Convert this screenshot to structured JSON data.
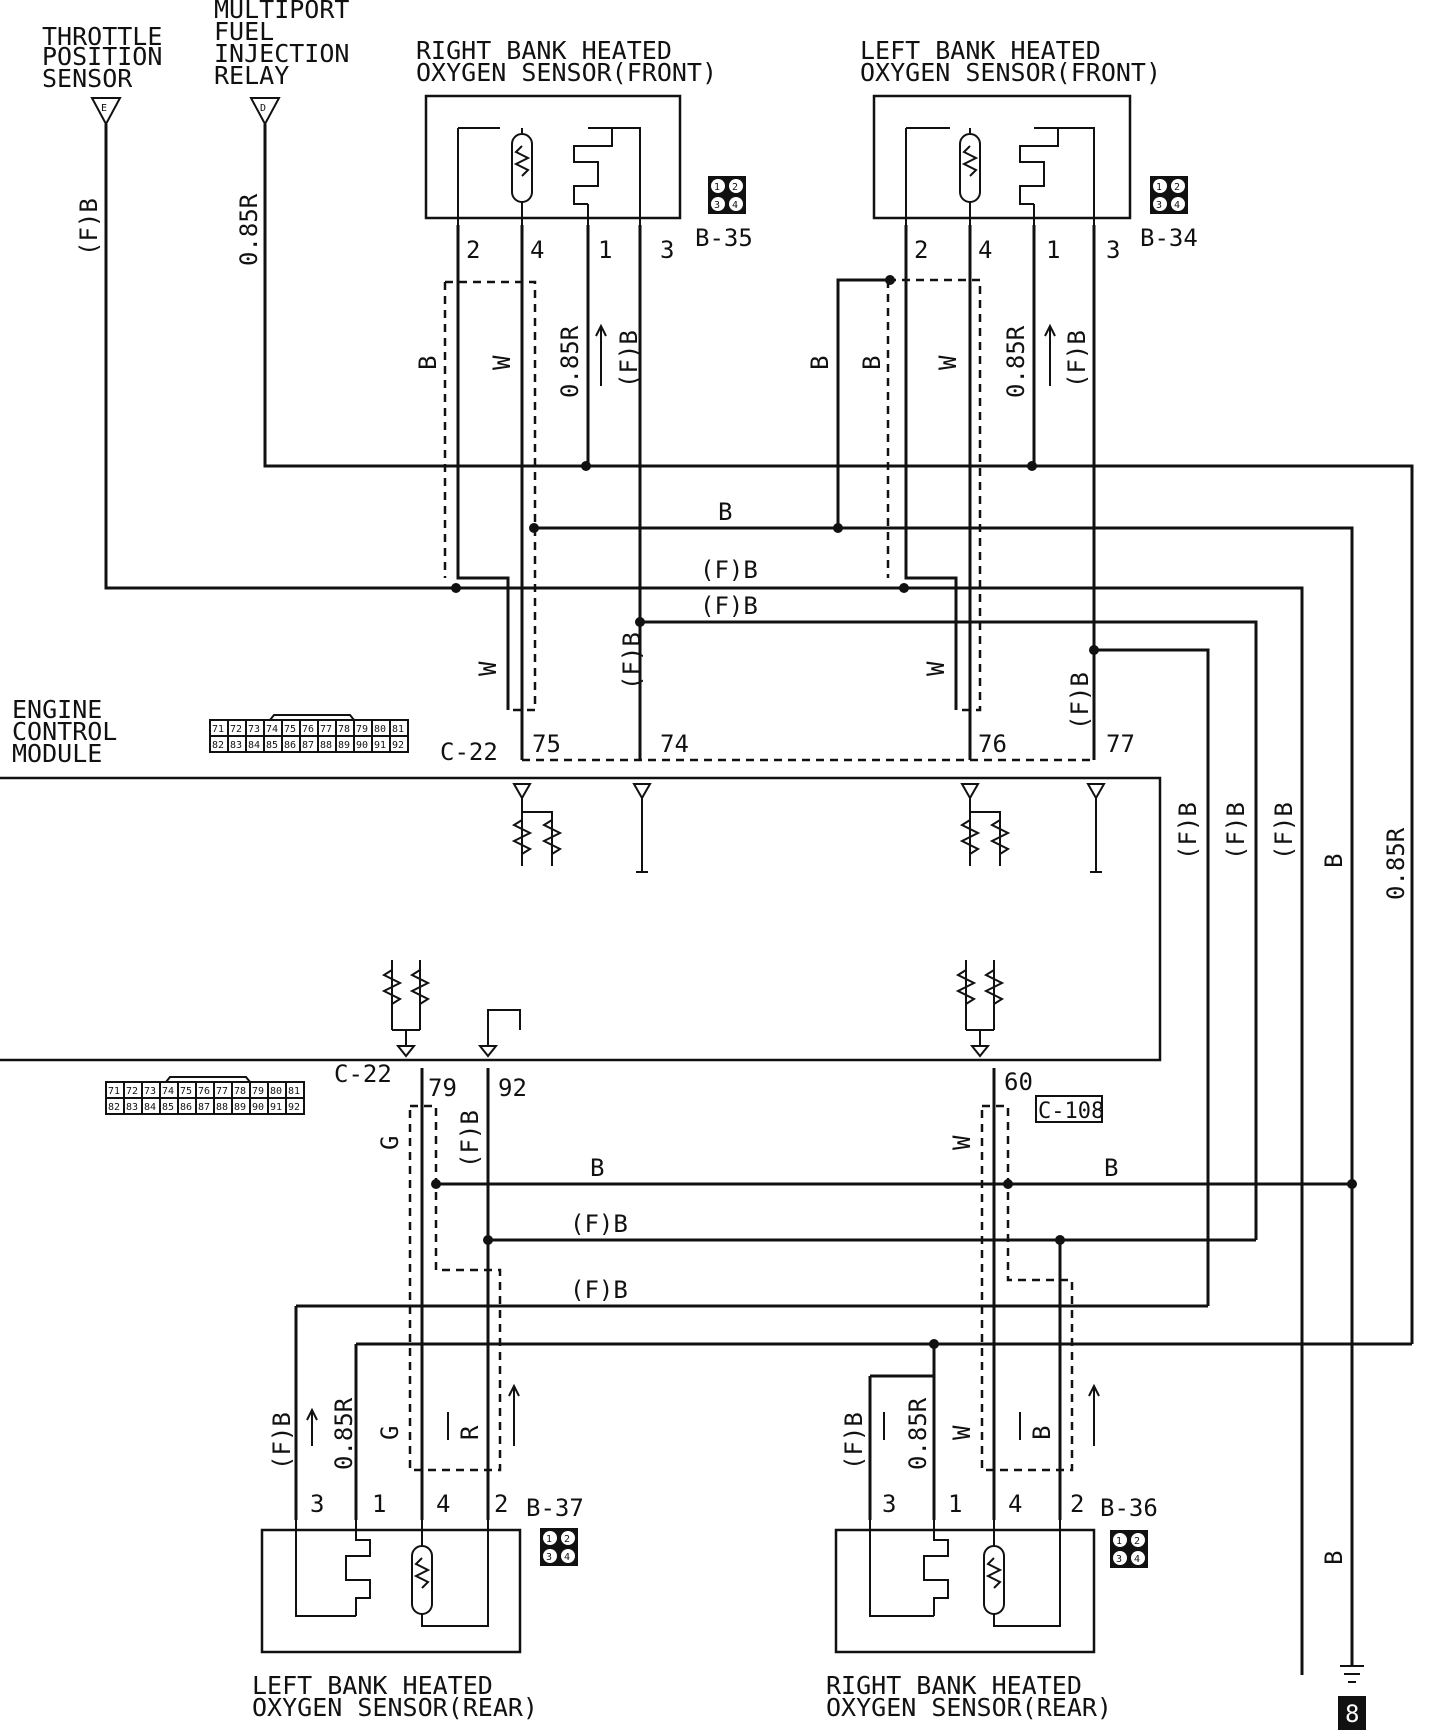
{
  "labels": {
    "tps": [
      "THROTTLE",
      "POSITION",
      "SENSOR"
    ],
    "tps_pin": "E",
    "mfi": [
      "MULTIPORT",
      "FUEL",
      "INJECTION",
      "RELAY"
    ],
    "mfi_pin": "D",
    "rb_front": [
      "RIGHT BANK HEATED",
      "OXYGEN SENSOR(FRONT)"
    ],
    "lb_front": [
      "LEFT BANK HEATED",
      "OXYGEN SENSOR(FRONT)"
    ],
    "lb_rear": [
      "LEFT BANK HEATED",
      "OXYGEN SENSOR(REAR)"
    ],
    "rb_rear": [
      "RIGHT BANK HEATED",
      "OXYGEN SENSOR(REAR)"
    ],
    "ecm": [
      "ENGINE",
      "CONTROL",
      "MODULE"
    ]
  },
  "connectors": {
    "b35": "B-35",
    "b34": "B-34",
    "b37": "B-37",
    "b36": "B-36",
    "c22": "C-22",
    "c108": "C-108",
    "grid_pins": [
      "1",
      "2",
      "3",
      "4"
    ],
    "c22_row1": [
      "71",
      "72",
      "73",
      "74",
      "75",
      "76",
      "77",
      "78",
      "79",
      "80",
      "81"
    ],
    "c22_row2": [
      "82",
      "83",
      "84",
      "85",
      "86",
      "87",
      "88",
      "89",
      "90",
      "91",
      "92"
    ]
  },
  "pins": {
    "p1": "1",
    "p2": "2",
    "p3": "3",
    "p4": "4",
    "p75": "75",
    "p74": "74",
    "p76": "76",
    "p77": "77",
    "p79": "79",
    "p92": "92",
    "p60": "60"
  },
  "wires": {
    "fb": "(F)B",
    "b": "B",
    "w": "W",
    "g": "G",
    "r": "R",
    "r085": "0.85R"
  },
  "ground_id": "8"
}
